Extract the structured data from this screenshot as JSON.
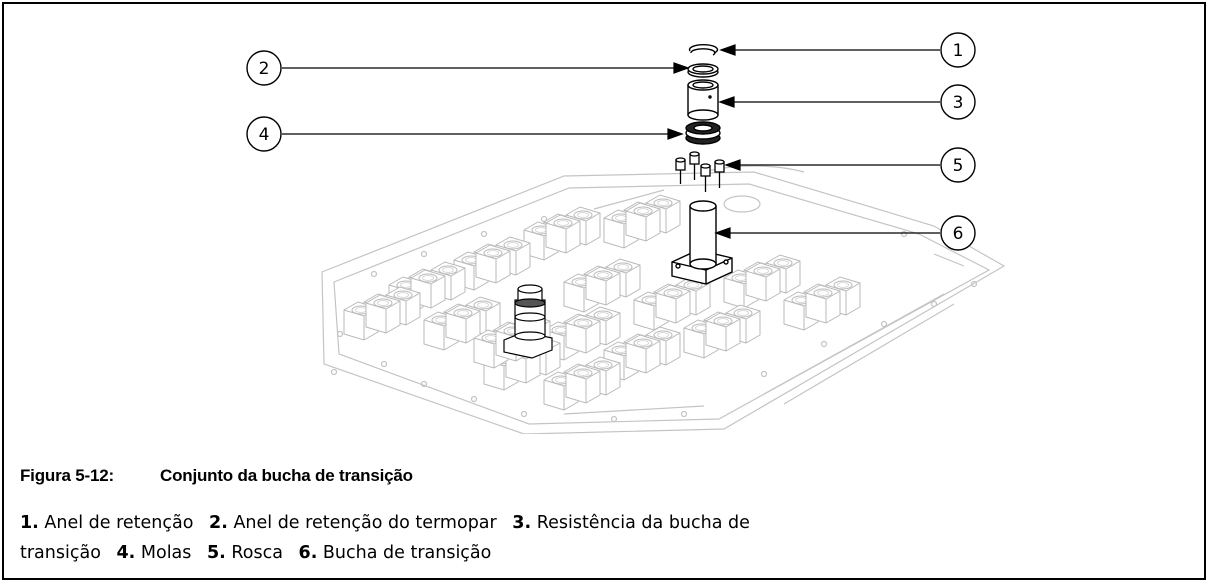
{
  "figure": {
    "number": "Figura 5-12:",
    "title": "Conjunto da bucha de transição"
  },
  "callouts": [
    "1",
    "2",
    "3",
    "4",
    "5",
    "6"
  ],
  "legend": [
    {
      "num": "1.",
      "text": "Anel de retenção"
    },
    {
      "num": "2.",
      "text": "Anel de retenção do termopar"
    },
    {
      "num": "3.",
      "text": "Resistência da bucha de transição"
    },
    {
      "num": "4.",
      "text": "Molas"
    },
    {
      "num": "5.",
      "text": "Rosca"
    },
    {
      "num": "6.",
      "text": "Bucha de transição"
    }
  ]
}
